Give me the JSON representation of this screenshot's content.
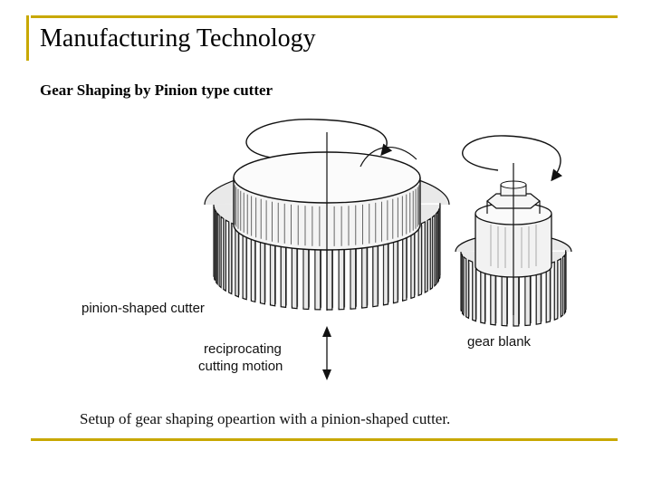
{
  "slide": {
    "title": "Manufacturing Technology",
    "subtitle": "Gear Shaping by Pinion type cutter"
  },
  "figure": {
    "label_cutter": "pinion-shaped cutter",
    "label_motion_line1": "reciprocating",
    "label_motion_line2": "cutting motion",
    "label_blank": "gear blank",
    "caption": "Setup of gear shaping opeartion with a pinion-shaped cutter."
  },
  "colors": {
    "frame": "#c8a800"
  }
}
